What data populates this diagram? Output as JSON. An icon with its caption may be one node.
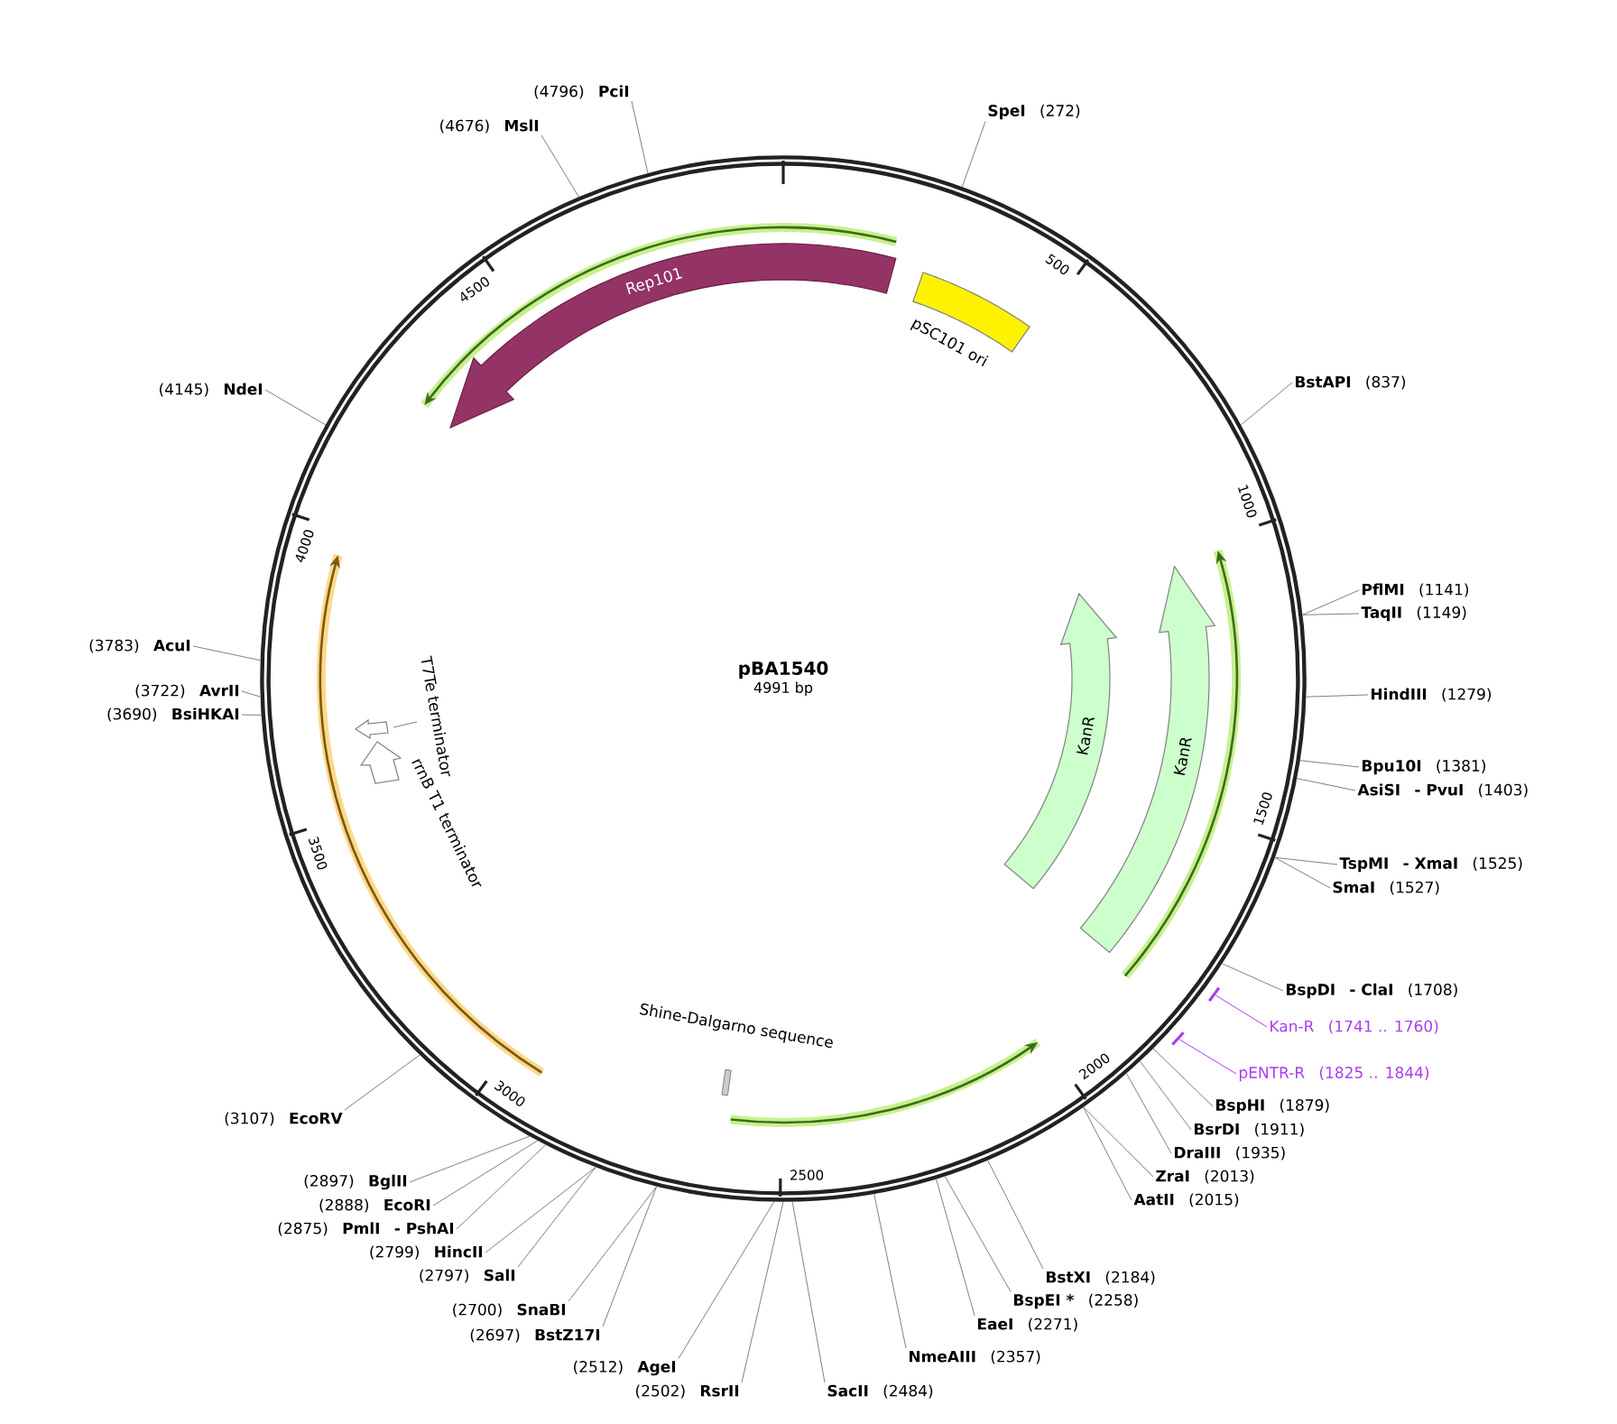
{
  "diagram": {
    "nodes": [
      {
        "text": [
          "pBA1540",
          "4991 bp"
        ]
      },
      {
        "text": [
          "Rep101"
        ],
        "in": 0
      },
      {
        "text": [
          "pSC101 ori"
        ],
        "in": 0
      },
      {
        "text": [
          "KanR"
        ],
        "in": 0
      },
      {
        "text": [
          "KanR"
        ],
        "in": 0
      },
      {
        "text": [
          "T7Te terminator"
        ],
        "in": 0
      },
      {
        "text": [
          "rrnB T1 terminator"
        ],
        "in": 0
      },
      {
        "text": [
          "Shine-Dalgarno sequence"
        ],
        "in": 0
      },
      {
        "text": [
          "SpeI",
          "(272)"
        ]
      },
      {
        "text": [
          "BstAPI",
          "(837)"
        ]
      },
      {
        "text": [
          "PflMI",
          "(1141)"
        ]
      },
      {
        "text": [
          "TaqII",
          "(1149)"
        ]
      },
      {
        "text": [
          "HindIII",
          "(1279)"
        ]
      },
      {
        "text": [
          "Bpu10I",
          "(1381)"
        ]
      },
      {
        "text": [
          "AsiSI",
          "- PvuI",
          "(1403)"
        ]
      },
      {
        "text": [
          "TspMI",
          "- XmaI",
          "(1525)"
        ]
      },
      {
        "text": [
          "SmaI",
          "(1527)"
        ]
      },
      {
        "text": [
          "BspDI",
          "- ClaI",
          "(1708)"
        ]
      },
      {
        "text": [
          "Kan-R",
          "(1741 .. 1760)"
        ]
      },
      {
        "text": [
          "pENTR-R",
          "(1825 .. 1844)"
        ]
      },
      {
        "text": [
          "BspHI",
          "(1879)"
        ]
      },
      {
        "text": [
          "BsrDI",
          "(1911)"
        ]
      },
      {
        "text": [
          "DraIII",
          "(1935)"
        ]
      },
      {
        "text": [
          "ZraI",
          "(2013)"
        ]
      },
      {
        "text": [
          "AatII",
          "(2015)"
        ]
      },
      {
        "text": [
          "BstXI",
          "(2184)"
        ]
      },
      {
        "text": [
          "BspEI *",
          "(2258)"
        ]
      },
      {
        "text": [
          "EaeI",
          "(2271)"
        ]
      },
      {
        "text": [
          "NmeAIII",
          "(2357)"
        ]
      },
      {
        "text": [
          "SacII",
          "(2484)"
        ]
      },
      {
        "text": [
          "(2502)",
          "RsrII"
        ]
      },
      {
        "text": [
          "(2512)",
          "AgeI"
        ]
      },
      {
        "text": [
          "(2697)",
          "BstZ17I"
        ]
      },
      {
        "text": [
          "(2700)",
          "SnaBI"
        ]
      },
      {
        "text": [
          "(2797)",
          "SalI"
        ]
      },
      {
        "text": [
          "(2799)",
          "HincII"
        ]
      },
      {
        "text": [
          "(2875)",
          "PmlI",
          "- PshAI"
        ]
      },
      {
        "text": [
          "(2888)",
          "EcoRI"
        ]
      },
      {
        "text": [
          "(2897)",
          "BglII"
        ]
      },
      {
        "text": [
          "(3107)",
          "EcoRV"
        ]
      },
      {
        "text": [
          "(3690)",
          "BsiHKAI"
        ]
      },
      {
        "text": [
          "(3722)",
          "AvrII"
        ]
      },
      {
        "text": [
          "(3783)",
          "AcuI"
        ]
      },
      {
        "text": [
          "(4145)",
          "NdeI"
        ]
      },
      {
        "text": [
          "(4676)",
          "MslI"
        ]
      },
      {
        "text": [
          "(4796)",
          "PciI"
        ]
      },
      {
        "text": [],
        "shape": "bar"
      },
      {
        "text": [],
        "shape": "bar"
      }
    ],
    "edges": [
      {
        "from": 8,
        "to": 0,
        "arrow": "none"
      },
      {
        "from": 9,
        "to": 0,
        "arrow": "none"
      },
      {
        "from": 10,
        "to": 0,
        "arrow": "none"
      },
      {
        "from": 11,
        "to": 0,
        "arrow": "none"
      },
      {
        "from": 12,
        "to": 0,
        "arrow": "none"
      },
      {
        "from": 13,
        "to": 0,
        "arrow": "none"
      },
      {
        "from": 14,
        "to": 0,
        "arrow": "none"
      },
      {
        "from": 15,
        "to": 0,
        "arrow": "none"
      },
      {
        "from": 16,
        "to": 0,
        "arrow": "none"
      },
      {
        "from": 17,
        "to": 0,
        "arrow": "none"
      },
      {
        "from": 18,
        "to": 46,
        "arrow": "none",
        "color": "#a93cf0"
      },
      {
        "from": 19,
        "to": 47,
        "arrow": "none",
        "color": "#a93cf0"
      },
      {
        "from": 20,
        "to": 0,
        "arrow": "none"
      },
      {
        "from": 21,
        "to": 0,
        "arrow": "none"
      },
      {
        "from": 22,
        "to": 0,
        "arrow": "none"
      },
      {
        "from": 23,
        "to": 0,
        "arrow": "none"
      },
      {
        "from": 24,
        "to": 0,
        "arrow": "none"
      },
      {
        "from": 25,
        "to": 0,
        "arrow": "none"
      },
      {
        "from": 26,
        "to": 0,
        "arrow": "none"
      },
      {
        "from": 27,
        "to": 0,
        "arrow": "none"
      },
      {
        "from": 28,
        "to": 0,
        "arrow": "none"
      },
      {
        "from": 29,
        "to": 0,
        "arrow": "none"
      },
      {
        "from": 30,
        "to": 0,
        "arrow": "none"
      },
      {
        "from": 31,
        "to": 0,
        "arrow": "none"
      },
      {
        "from": 32,
        "to": 0,
        "arrow": "none"
      },
      {
        "from": 33,
        "to": 0,
        "arrow": "none"
      },
      {
        "from": 34,
        "to": 0,
        "arrow": "none"
      },
      {
        "from": 35,
        "to": 0,
        "arrow": "none"
      },
      {
        "from": 36,
        "to": 0,
        "arrow": "none"
      },
      {
        "from": 37,
        "to": 0,
        "arrow": "none"
      },
      {
        "from": 38,
        "to": 0,
        "arrow": "none"
      },
      {
        "from": 39,
        "to": 0,
        "arrow": "none"
      },
      {
        "from": 40,
        "to": 0,
        "arrow": "none"
      },
      {
        "from": 41,
        "to": 0,
        "arrow": "none"
      },
      {
        "from": 42,
        "to": 0,
        "arrow": "none"
      },
      {
        "from": 43,
        "to": 0,
        "arrow": "none"
      },
      {
        "from": 44,
        "to": 0,
        "arrow": "none"
      },
      {
        "from": 45,
        "to": 0,
        "arrow": "none"
      }
    ],
    "labels": [
      "500",
      "1000",
      "1500",
      "2000",
      "2500",
      "3000",
      "3500",
      "4000",
      "4500"
    ]
  }
}
